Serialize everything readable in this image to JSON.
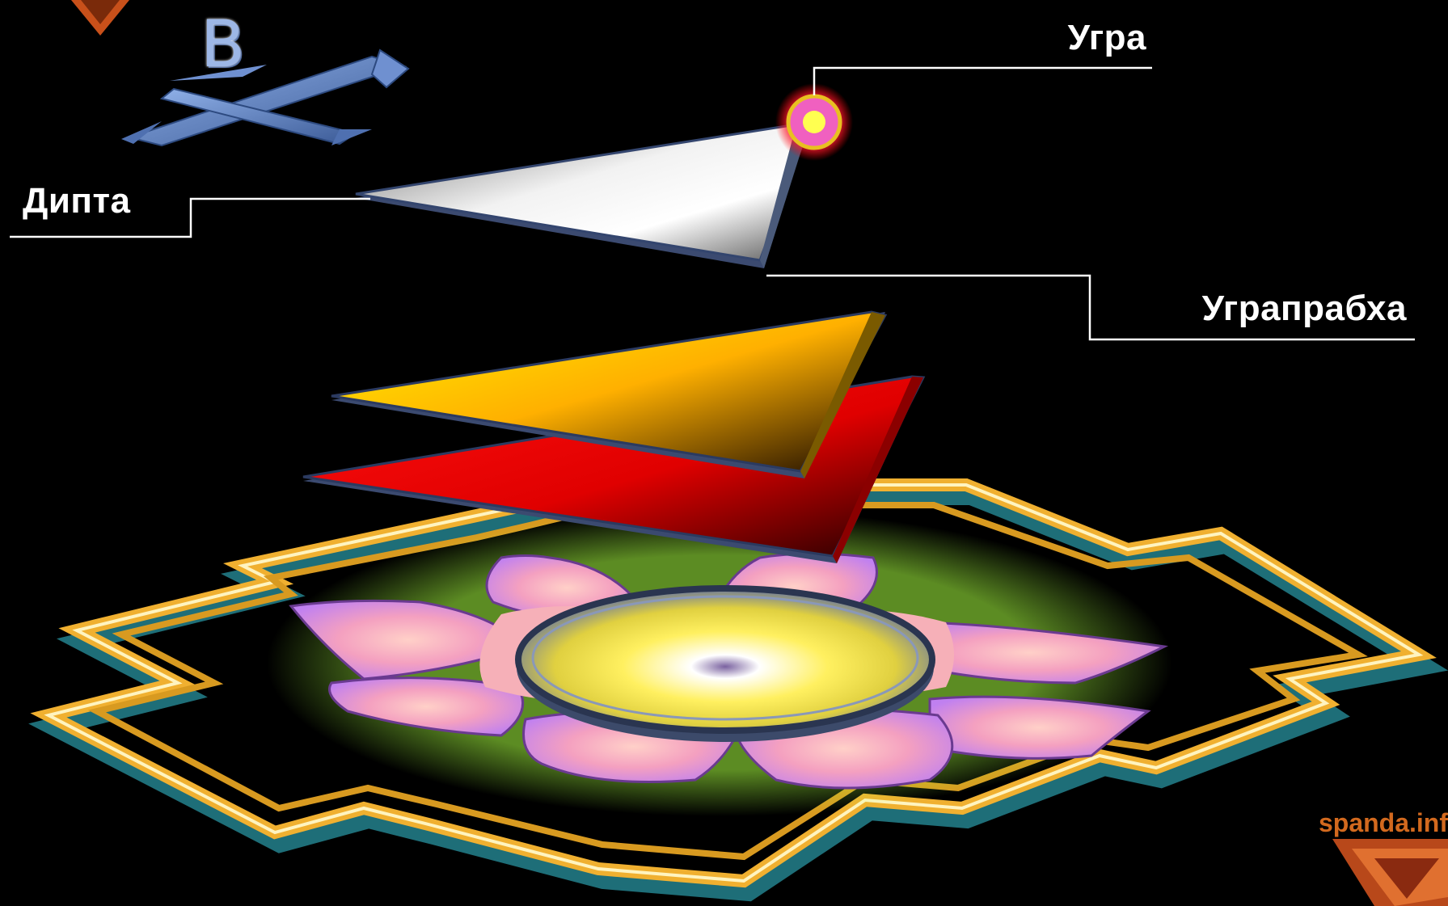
{
  "labels": {
    "ugra": "Угра",
    "dipta": "Дипта",
    "ugraprabha": "Уграпрабха"
  },
  "compass": {
    "letter": "B",
    "icon": "arrow-cross-icon"
  },
  "watermark": "spanda.inf",
  "colors": {
    "background": "#000000",
    "leader_line": "#ffffff",
    "top_triangle": "#d9d9d9",
    "middle_triangle": "#ffd400",
    "bottom_triangle": "#e00000",
    "lotus_petals": "#f0a0d8",
    "bhupura_border": "#f0b030",
    "bhupura_shadow": "#1e6e78",
    "bindu": "#ff4060"
  }
}
